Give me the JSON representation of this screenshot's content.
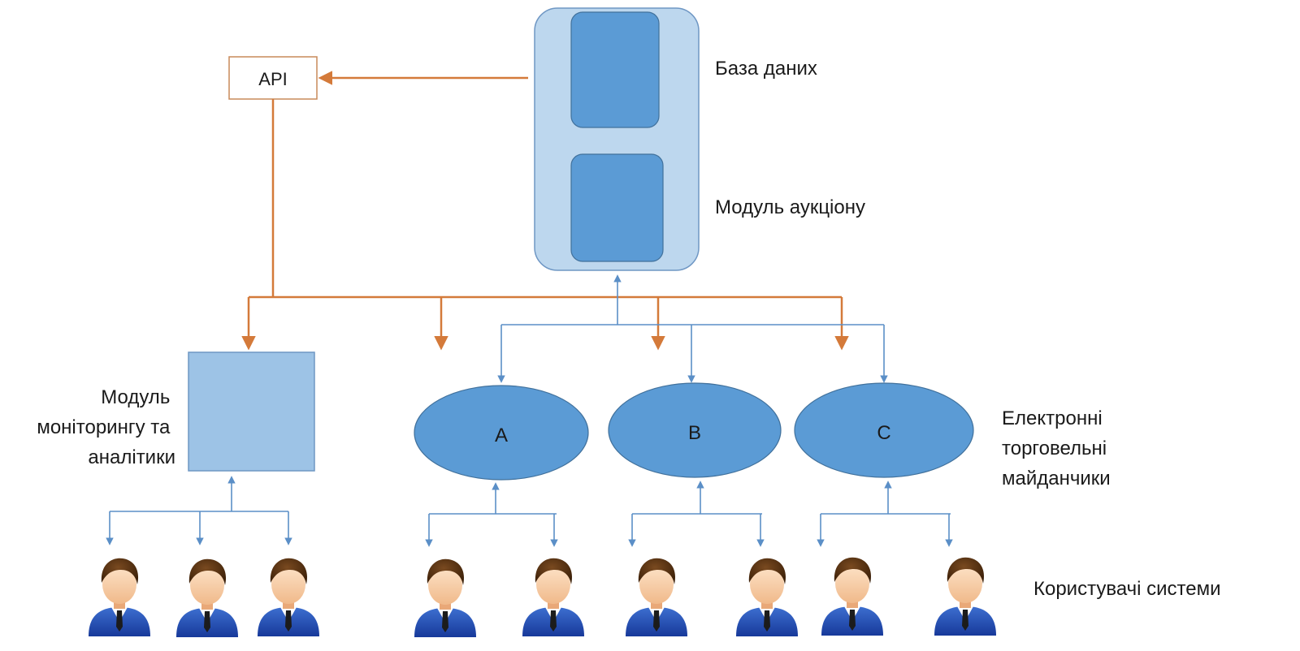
{
  "labels": {
    "api": "API",
    "database": "База даних",
    "auction_module": "Модуль аукціону",
    "monitoring_module": [
      "Модуль",
      "моніторингу та",
      "аналітики"
    ],
    "marketplaces": [
      "Електронні",
      "торговельні",
      "майданчики"
    ],
    "users": "Користувачі системи"
  },
  "marketplaces": [
    "A",
    "B",
    "C"
  ],
  "colors": {
    "orange": "#d47a3a",
    "blue_line": "#5b8fc7",
    "node_fill": "#5b9bd5",
    "node_stroke": "#41719c",
    "db_outer": "#bdd7ee",
    "db_outer_stroke": "#6f97c4",
    "monitor_fill": "#9dc3e6",
    "monitor_stroke": "#6f97c4",
    "api_stroke": "#c98a5a"
  },
  "icons": {
    "user": "user-icon"
  },
  "user_groups": [
    {
      "target": "monitoring-module",
      "count": 3
    },
    {
      "target": "marketplace-a",
      "count": 2
    },
    {
      "target": "marketplace-b",
      "count": 2
    },
    {
      "target": "marketplace-c",
      "count": 2
    }
  ]
}
